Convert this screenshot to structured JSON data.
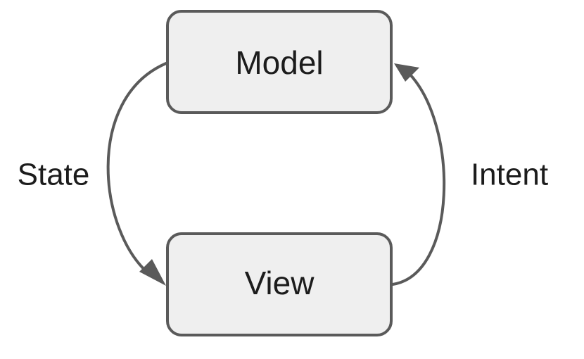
{
  "diagram": {
    "nodes": {
      "model": {
        "label": "Model"
      },
      "view": {
        "label": "View"
      }
    },
    "edges": {
      "state": {
        "label": "State",
        "from": "Model",
        "to": "View"
      },
      "intent": {
        "label": "Intent",
        "from": "View",
        "to": "Model"
      }
    },
    "colors": {
      "box_fill": "#efefef",
      "stroke": "#5a5a5a",
      "text": "#1c1c1c",
      "background": "#ffffff"
    }
  }
}
